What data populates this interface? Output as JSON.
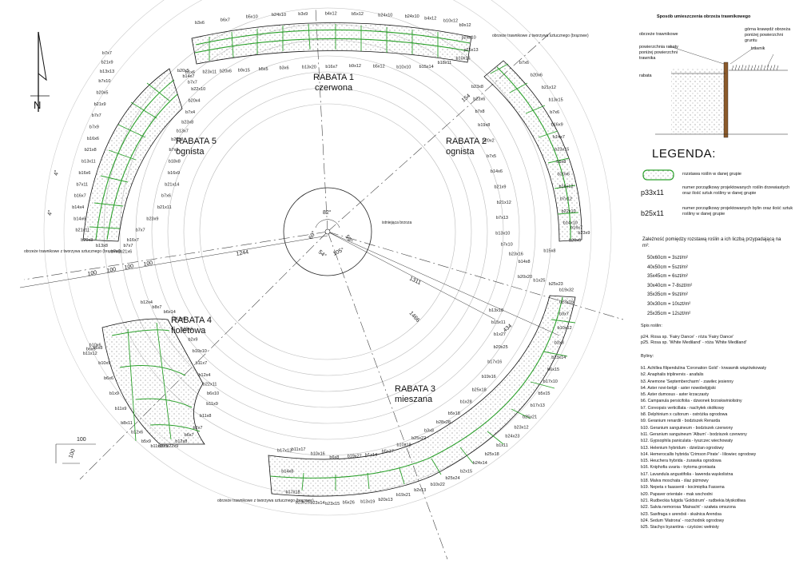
{
  "beds": [
    {
      "name": "RABATA 1",
      "subtitle": "czerwona"
    },
    {
      "name": "RABATA 2",
      "subtitle": "ognista"
    },
    {
      "name": "RABATA 3",
      "subtitle": "mieszana"
    },
    {
      "name": "RABATA 4",
      "subtitle": "fioletowa"
    },
    {
      "name": "RABATA 5",
      "subtitle": "ognista"
    }
  ],
  "dimensions": {
    "d1244": "1244",
    "d1311": "1311",
    "d1466": "1466",
    "d100": "100",
    "center_angle_top": "82°",
    "center_angle_left": "60°",
    "center_angle_right": "59°",
    "center_angle_bl": "54°",
    "center_angle_br": "105°",
    "center_label": "istniejąca brzoza",
    "deg4": "4°",
    "dim154": "154",
    "dim434": "434"
  },
  "notes": {
    "edge_top": "obrzeże trawnikowe z tworzywa sztucznego (brązowe)",
    "edge_left": "obrzeże trawnikowe z tworzywa sztucznego (brązowe)",
    "edge_bottom": "obrzeże trawnikowe z tworzywa sztucznego (brązowe)",
    "north": "N"
  },
  "tags": {
    "r1": [
      "b3x6",
      "b6x7",
      "b5x10",
      "b24x10",
      "b3x9",
      "b4x12",
      "b5x12",
      "b24x10",
      "b24x10",
      "b4x12",
      "b10x12",
      "b9x12",
      "p24x10",
      "p25x13",
      "b10x16",
      "b18x11",
      "b15x14",
      "b10x10",
      "b5x12",
      "b9x12",
      "b16x7",
      "b13x20",
      "b3x6",
      "b5x5",
      "b9x15",
      "b20x6",
      "b23x11",
      "b1x6"
    ],
    "r2": [
      "b7x6",
      "b20x6",
      "b21x12",
      "b13x15",
      "b7x6",
      "b16x9",
      "b14x7",
      "b23x15",
      "b5x8",
      "b20x6",
      "b16x12",
      "b7x12",
      "b22x10",
      "b14x10",
      "b16x7",
      "b23x9",
      "b20x6",
      "b15x8",
      "b14x8",
      "b23x16",
      "b7x10",
      "b13x10",
      "b7x13",
      "b21x12",
      "b21x9",
      "b14x6",
      "b7x5",
      "b20x2",
      "b19x8",
      "b7x8",
      "b23x6",
      "b23x8"
    ],
    "r3": [
      "b20x20",
      "b1x25",
      "b25x23",
      "b19x32",
      "b23x16",
      "b3x7",
      "b10x12",
      "b2x8",
      "b23x14",
      "b6x15",
      "b17x10",
      "b5x15",
      "b17x13",
      "b25x21",
      "b23x12",
      "b24x23",
      "b1x11",
      "b25x18",
      "b24x14",
      "b2x15",
      "b25x24",
      "b10x22",
      "b2x13",
      "b19x21",
      "b20x13",
      "b13x19",
      "b5x26",
      "b23x15",
      "b23x14",
      "b23x25",
      "b17x18",
      "b14x8",
      "b17x13",
      "b11x17",
      "b10x16",
      "b6x8",
      "b19x27",
      "b1x14",
      "b5x17",
      "b10x18",
      "b25x22",
      "b3x8",
      "b28x28",
      "b5x18",
      "b1x28",
      "b25x18",
      "b19x16",
      "b17x16",
      "b20x25",
      "b1x27",
      "b15x11",
      "b13x18"
    ],
    "r4": [
      "b12x4",
      "b8x7",
      "b6x14",
      "b13x8",
      "b25x6",
      "b2x9",
      "b10x10",
      "b11x7",
      "b12x4",
      "b22x11",
      "b6x10",
      "b11x9",
      "b11x8",
      "b2x7",
      "b6x7",
      "b12x8",
      "b22x9",
      "b8x5",
      "b11x10",
      "b5x9",
      "b12x6",
      "b8x11",
      "b11x9",
      "b1x9",
      "b6x6",
      "b10x9",
      "b6x8",
      "b10x6",
      "b6x5",
      "b11x12"
    ],
    "r5": [
      "b7x7",
      "b21x9",
      "b13x13",
      "b7x10",
      "b20x5",
      "b21x9",
      "b7x7",
      "b7x9",
      "b16x6",
      "b21x8",
      "b13x11",
      "b16x6",
      "b7x11",
      "b16x7",
      "b14x4",
      "b14x6",
      "b21x11",
      "b20x3",
      "b13x8",
      "b7x8",
      "b21x6",
      "b7x7",
      "b16x7",
      "b7x7",
      "b23x9",
      "b21x11",
      "b7x6",
      "b21x14",
      "b16x9",
      "b18x8",
      "b7x8",
      "b20x3",
      "b13x7",
      "b23x8",
      "b7x4",
      "b20x4",
      "b22x10",
      "b7x7",
      "b14x7",
      "b20x5"
    ]
  },
  "panel": {
    "section_title": "Sposób umieszczenia obrzeża trawnikowego",
    "labels": {
      "edge": "obrzeże trawnikowe",
      "bed_surface": "powierzchnia rabaty poniżej powierzchni trawnika",
      "rabata": "rabata",
      "top_edge": "górna krawędź obrzeża poniżej powierzchni gruntu",
      "lawn": "trawnik"
    },
    "legend_title": "LEGENDA:",
    "legend": [
      {
        "sym": "",
        "text": "rozstawa roślin w danej grupie"
      },
      {
        "sym": "p33x11",
        "text": "numer porządkowy projektowanych roślin drzewiastych oraz ilość sztuk rośliny w danej grupie"
      },
      {
        "sym": "b25x11",
        "text": "numer porządkowy projektowanych bylin oraz ilość sztuk rośliny w danej grupie"
      }
    ],
    "density_title": "Zależność pomiędzy rozstawą roślin a ich liczbą przypadającą na m²:",
    "density": [
      "50x60cm = 3szt/m²",
      "40x50cm = 5szt/m²",
      "35x45cm = 6szt/m²",
      "30x40cm = 7-8szt/m²",
      "35x35cm = 9szt/m²",
      "30x30cm = 10szt/m²",
      "25x35cm = 12szt/m²"
    ],
    "spis_title": "Spis roślin:",
    "roses": [
      "p24. Rosa sp. 'Fairy Dance' - róża 'Fairy Dance'",
      "p25. Rosa sp. 'White Mediland' - róża 'White Mediland'"
    ],
    "byliny_title": "Byliny:",
    "byliny": [
      "b1. Achillea filipendulina 'Coronation Gold' - krwawnik wiązówkowaty",
      "b2. Anaphalis triplinervis - anafalis",
      "b3. Anemone 'Septembercharm' - zawilec jesienny",
      "b4. Aster novi-belgii - aster nowobelgijski",
      "b5. Aster dumosus - aster krzaczasty",
      "b6. Campanula persicifolia - dzwonek brzoskwiniolistny",
      "b7. Coreopsis verticillata - nachyłek okółkowy",
      "b8. Delphinium x cultorum - ostróżka ogrodowa",
      "b9. Geranium renardii - bodziszek Renarda",
      "b10. Geranium sanguineum - bodziszek czerwony",
      "b11. Geranium sanguineum 'Album' - bodziszek czerwony",
      "b12. Gypsophila paniculata - łyszczec wiechowaty",
      "b13. Helenium hybridum - dzielżan ogrodowy",
      "b14. Hemerocallis hybrida 'Crimson Pirate' - liliowiec ogrodowy",
      "b15. Heuchera hybrida - żurawka ogrodowa",
      "b16. Kniphofia uvaria - trytoma groniasta",
      "b17. Lavandula angustifolia - lawenda wąskolistna",
      "b18. Malva moschata - ślaz piżmowy",
      "b19. Nepeta x faassenii - kocimiętka Fassena",
      "b20. Papaver orientale - mak wschodni",
      "b21. Rudbeckia fulgida 'Goldstrum' - rudbekia błyskotliwa",
      "b22. Salvia nemorosa 'Mainacht' - szałwia omszona",
      "b23. Saxifraga x arendsii - skalnica Arendsa",
      "b24. Sedum 'Matrona' - rozchodnik ogrodowy",
      "b25. Stachys byzantina - czyściec wełnisty"
    ]
  }
}
